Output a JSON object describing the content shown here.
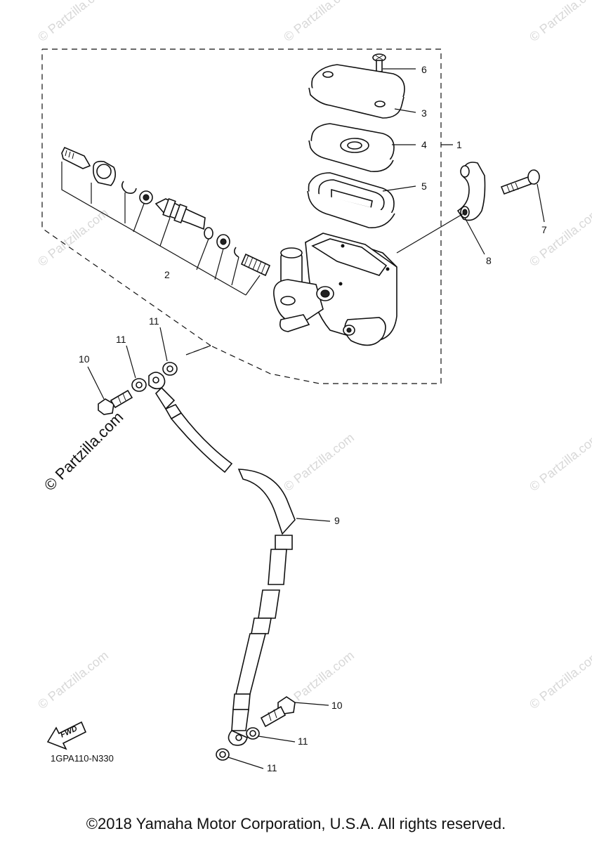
{
  "diagram": {
    "callouts": {
      "c1": "1",
      "c2": "2",
      "c3": "3",
      "c4": "4",
      "c5": "5",
      "c6": "6",
      "c7": "7",
      "c8": "8",
      "c9": "9",
      "c10a": "10",
      "c10b": "10",
      "c11a": "11",
      "c11b": "11",
      "c11c": "11",
      "c11d": "11"
    },
    "fwd_label": "FWD",
    "ref_code": "1GPA110-N330",
    "watermark": "© Partzilla.com",
    "watermark_small": "© Partzilla.com"
  },
  "footer": {
    "copyright": "©2018 Yamaha Motor Corporation, U.S.A. All rights reserved."
  }
}
